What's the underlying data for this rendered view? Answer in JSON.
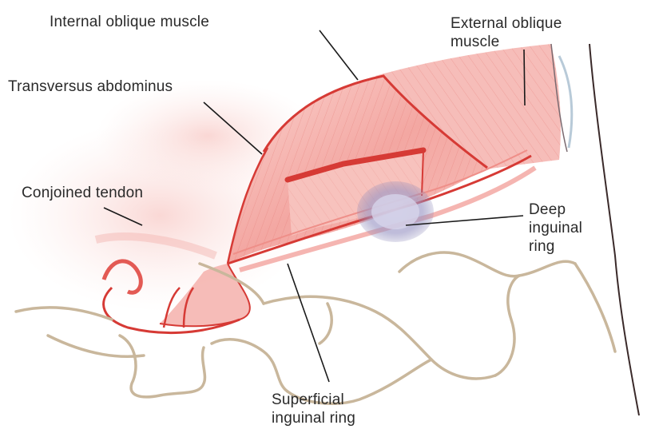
{
  "labels": {
    "internal_oblique": "Internal oblique muscle",
    "external_oblique": {
      "line1": "External oblique",
      "line2": "muscle"
    },
    "transversus": "Transversus abdominus",
    "conjoined_tendon": "Conjoined tendon",
    "deep_ring": {
      "line1": "Deep",
      "line2": "inguinal",
      "line3": "ring"
    },
    "superficial_ring": {
      "line1": "Superficial",
      "line2": "inguinal ring"
    }
  },
  "colors": {
    "muscle_fill": "#f4a9a6",
    "muscle_light": "#fbd9d6",
    "muscle_edge": "#d63a35",
    "bone_outline": "#c9b79c",
    "deep_ring": "#8c88b8",
    "leader_line": "#1a1a1a",
    "text": "#2a2a2a"
  }
}
